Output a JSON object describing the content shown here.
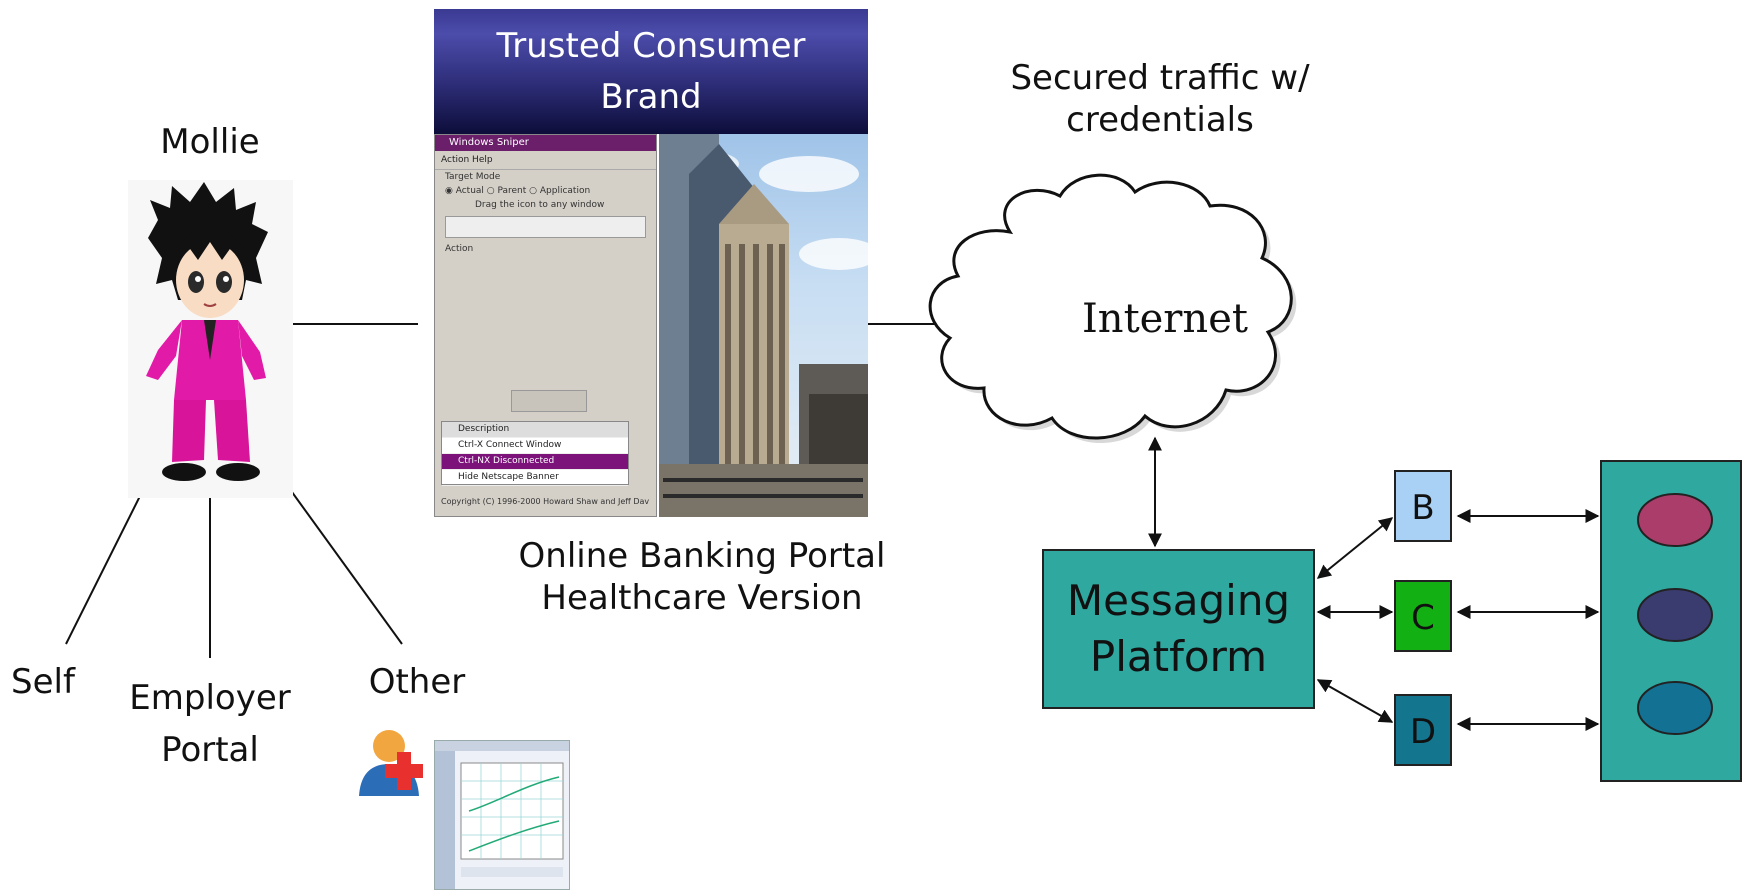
{
  "person": {
    "name": "Mollie"
  },
  "access_points": {
    "self": "Self",
    "employer": "Employer\nPortal",
    "other": "Other"
  },
  "portal": {
    "brand": "Trusted Consumer\nBrand",
    "caption": "Online Banking Portal\nHealthcare Version",
    "window": {
      "title": "Windows Sniper",
      "menu": "Action   Help",
      "target_mode": "Target Mode",
      "modes": "◉ Actual    ○ Parent    ○ Application",
      "drag_hint": "Drag the icon to any window",
      "action": "Action",
      "list_header": "Description",
      "list_items": [
        "Ctrl-X Connect Window",
        "Ctrl-NX Disconnected",
        "Hide Netscape Banner"
      ],
      "copyright": "Copyright (C) 1996-2000 Howard Shaw and Jeff Dav"
    }
  },
  "network": {
    "traffic_label": "Secured traffic w/\ncredentials",
    "cloud_label": "Internet",
    "platform": "Messaging\nPlatform",
    "nodes": [
      {
        "label": "B",
        "color": "#a9d1f5"
      },
      {
        "label": "C",
        "color": "#12b012"
      },
      {
        "label": "D",
        "color": "#13758e"
      }
    ],
    "store_colors": [
      "#ab3d6a",
      "#3a3b6e",
      "#137194"
    ]
  }
}
